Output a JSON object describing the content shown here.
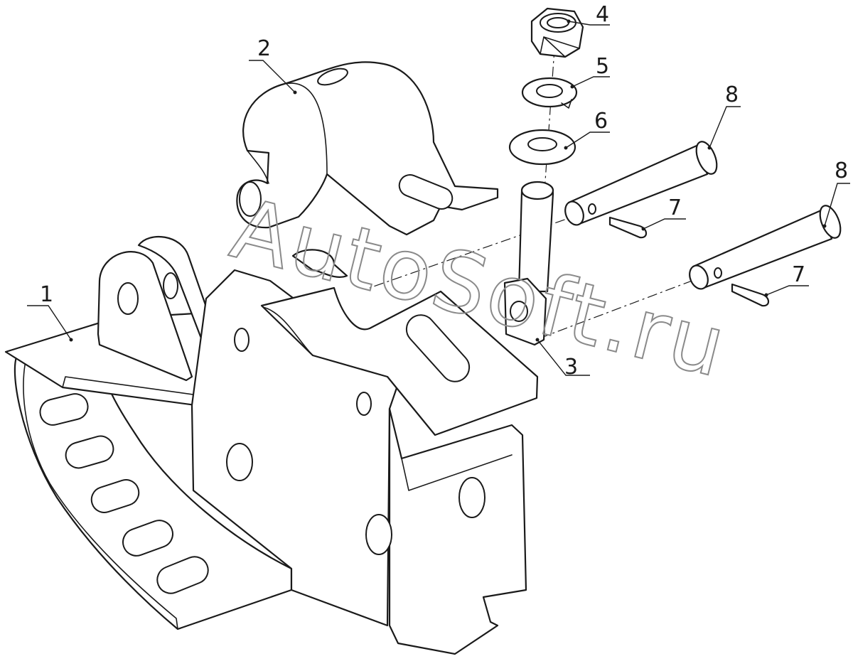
{
  "watermark": "AutoSoft.ru",
  "callouts": {
    "c1": "1",
    "c2": "2",
    "c3": "3",
    "c4": "4",
    "c5": "5",
    "c6": "6",
    "c7a": "7",
    "c7b": "7",
    "c8a": "8",
    "c8b": "8"
  },
  "parts": {
    "p1": "bracket",
    "p2": "clamp-plate",
    "p3": "pivot-pin",
    "p4": "nut",
    "p5": "spring-washer",
    "p6": "flat-washer",
    "p7": "cotter-pin",
    "p8": "clevis-pin"
  }
}
